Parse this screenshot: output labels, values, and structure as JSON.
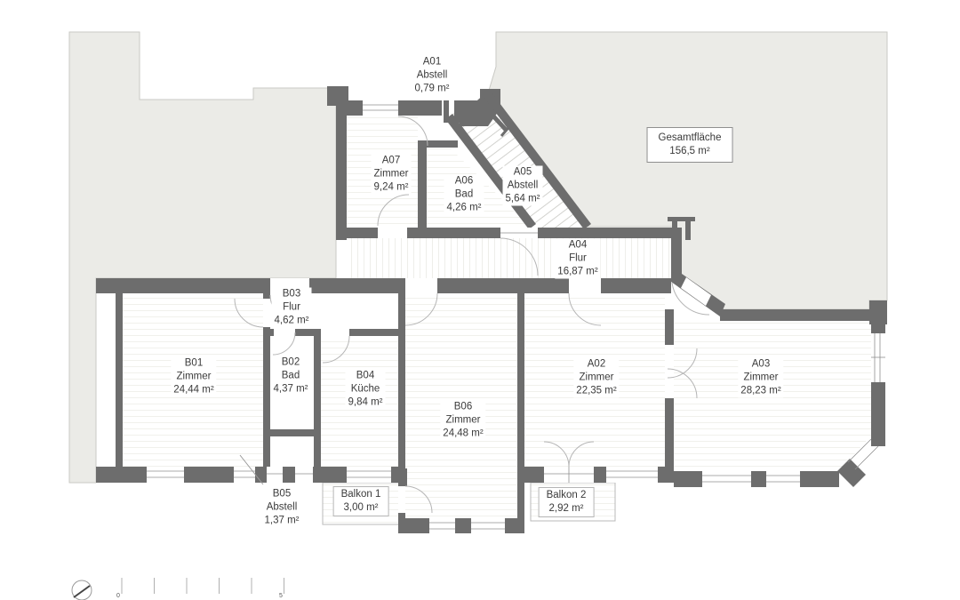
{
  "plan": {
    "total": {
      "label": "Gesamtfläche",
      "area": "156,5 m²"
    },
    "rooms": [
      {
        "code": "A01",
        "name": "Abstell",
        "area": "0,79 m²"
      },
      {
        "code": "A07",
        "name": "Zimmer",
        "area": "9,24 m²"
      },
      {
        "code": "A06",
        "name": "Bad",
        "area": "4,26 m²"
      },
      {
        "code": "A05",
        "name": "Abstell",
        "area": "5,64 m²"
      },
      {
        "code": "A04",
        "name": "Flur",
        "area": "16,87 m²"
      },
      {
        "code": "B03",
        "name": "Flur",
        "area": "4,62 m²"
      },
      {
        "code": "B01",
        "name": "Zimmer",
        "area": "24,44 m²"
      },
      {
        "code": "B02",
        "name": "Bad",
        "area": "4,37 m²"
      },
      {
        "code": "B04",
        "name": "Küche",
        "area": "9,84 m²"
      },
      {
        "code": "B06",
        "name": "Zimmer",
        "area": "24,48 m²"
      },
      {
        "code": "A02",
        "name": "Zimmer",
        "area": "22,35 m²"
      },
      {
        "code": "A03",
        "name": "Zimmer",
        "area": "28,23 m²"
      },
      {
        "code": "B05",
        "name": "Abstell",
        "area": "1,37 m²"
      }
    ],
    "balconies": [
      {
        "name": "Balkon 1",
        "area": "3,00 m²"
      },
      {
        "name": "Balkon 2",
        "area": "2,92 m²"
      }
    ],
    "scale": {
      "start": "0",
      "end": "5"
    },
    "colors": {
      "exterior": "#ebebe7",
      "wall": "#6d6d6d",
      "thin_line": "#b0b0b0",
      "text": "#3a3a3a"
    }
  }
}
